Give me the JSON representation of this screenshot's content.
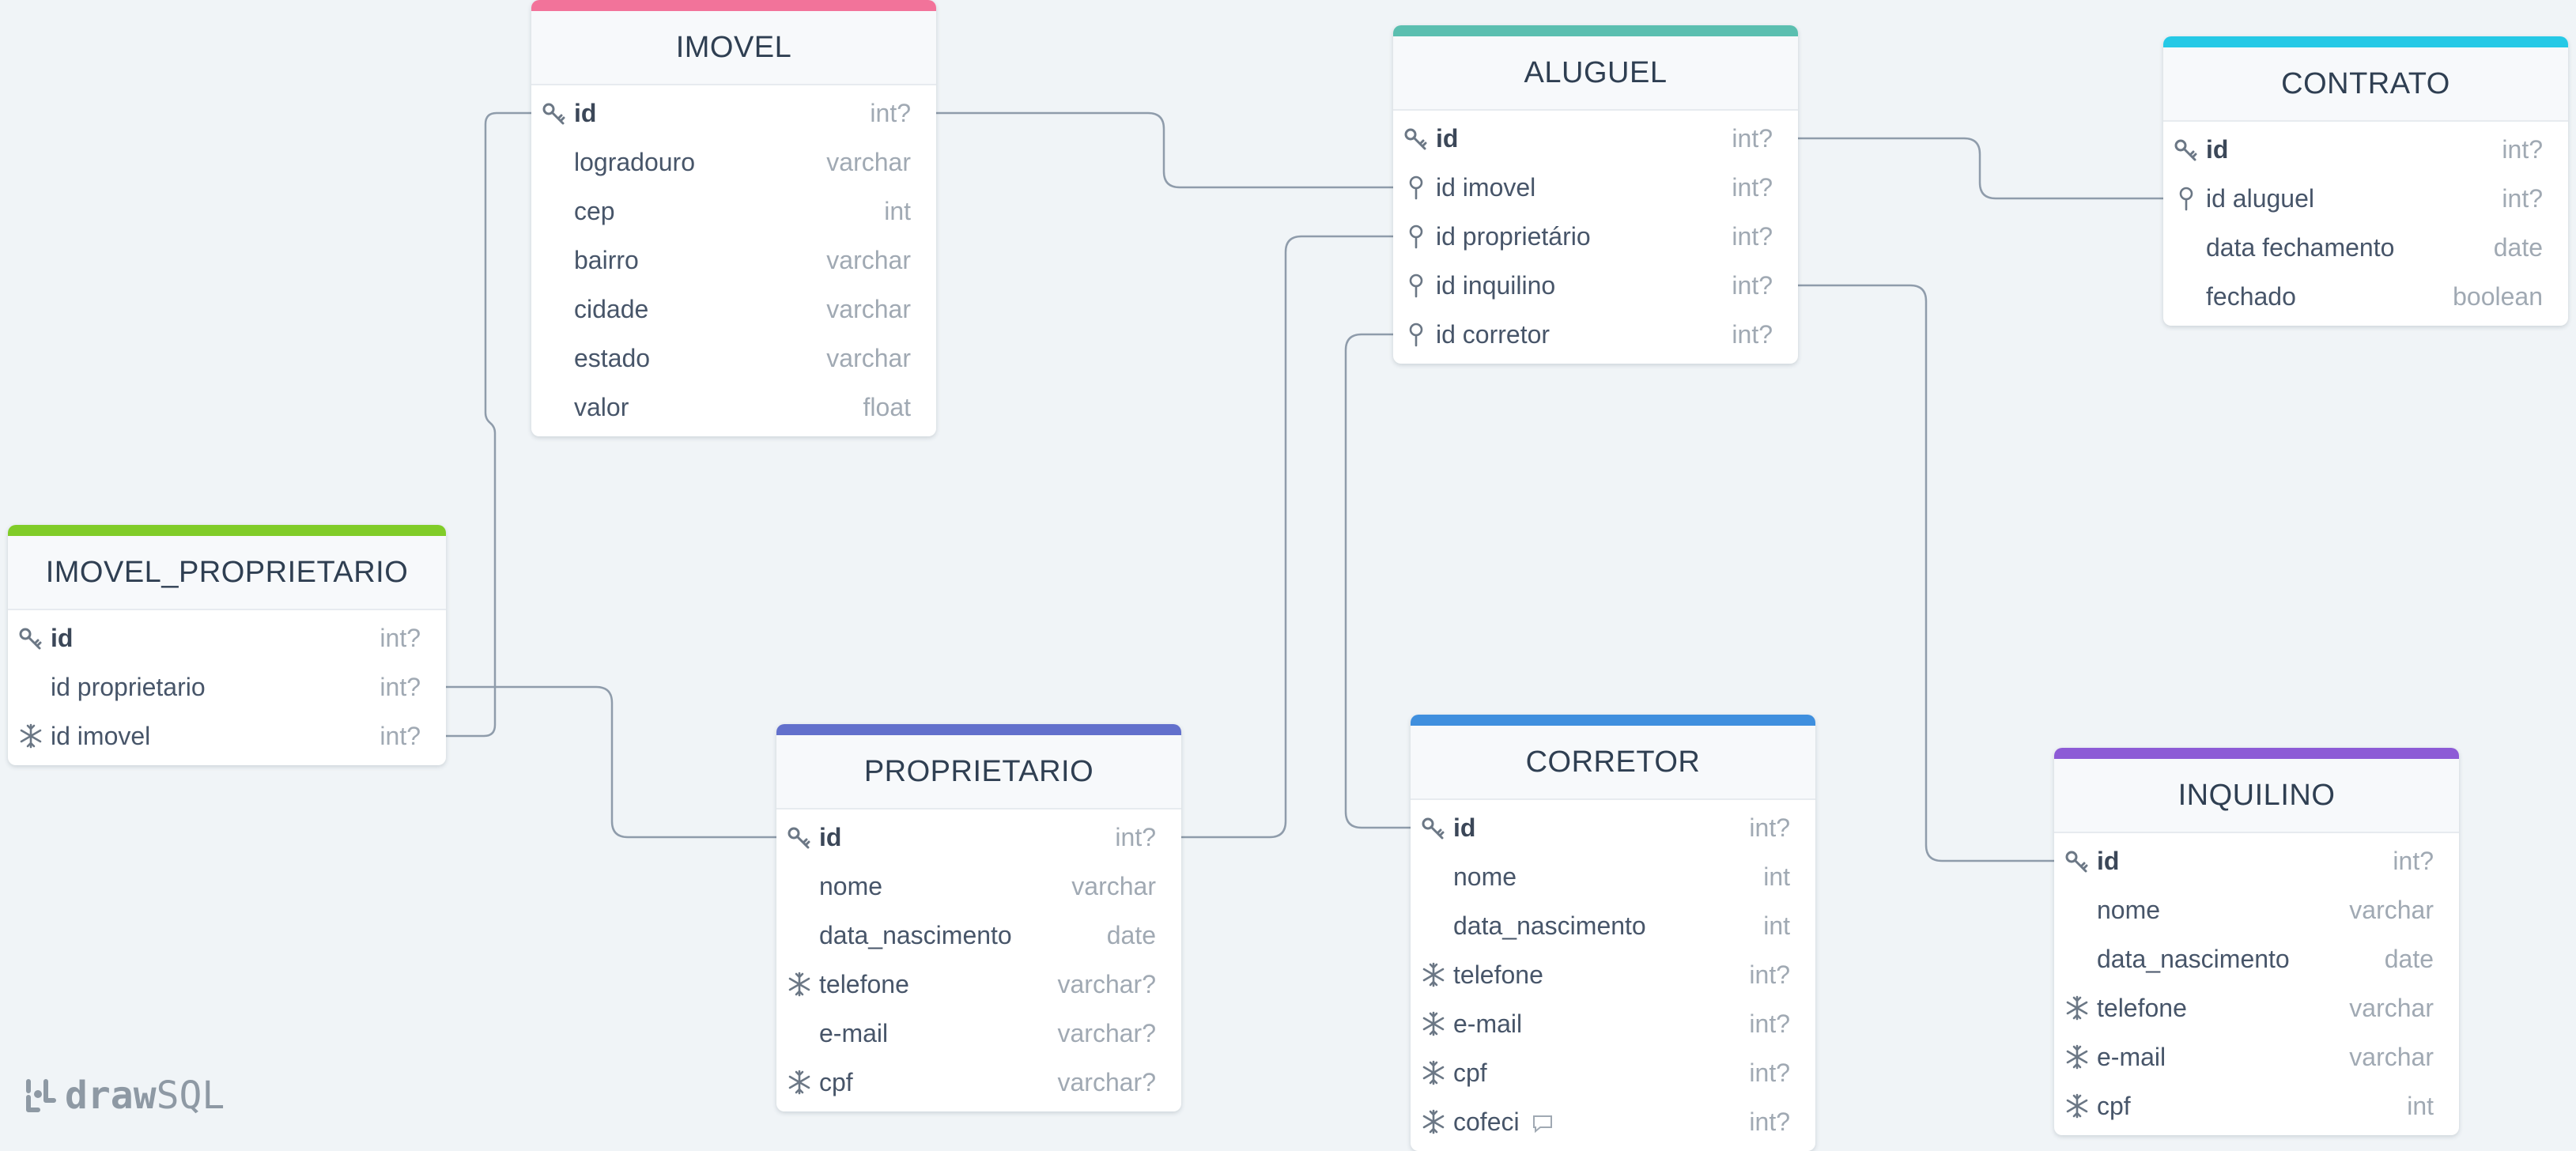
{
  "app": {
    "brand_bold": "draw",
    "brand_light": "SQL",
    "logo_icon": "drawsql-logo-icon"
  },
  "colors": {
    "background": "#f0f4f7",
    "connector": "#8f9cab",
    "imovel": "#f2739a",
    "aluguel": "#5bbfb0",
    "contrato": "#25c9e6",
    "imovel_proprietario": "#80cc28",
    "proprietario": "#6270cc",
    "corretor": "#3f8fde",
    "inquilino": "#8d5bd6"
  },
  "tables": [
    {
      "key": "imovel",
      "name": "IMOVEL",
      "color": "#f2739a",
      "fields": [
        {
          "name": "id",
          "type": "int?",
          "icon": "key-icon",
          "pk": true
        },
        {
          "name": "logradouro",
          "type": "varchar",
          "icon": ""
        },
        {
          "name": "cep",
          "type": "int",
          "icon": ""
        },
        {
          "name": "bairro",
          "type": "varchar",
          "icon": ""
        },
        {
          "name": "cidade",
          "type": "varchar",
          "icon": ""
        },
        {
          "name": "estado",
          "type": "varchar",
          "icon": ""
        },
        {
          "name": "valor",
          "type": "float",
          "icon": ""
        }
      ]
    },
    {
      "key": "aluguel",
      "name": "ALUGUEL",
      "color": "#5bbfb0",
      "fields": [
        {
          "name": "id",
          "type": "int?",
          "icon": "key-icon",
          "pk": true
        },
        {
          "name": "id imovel",
          "type": "int?",
          "icon": "foreign-key-icon"
        },
        {
          "name": "id proprietário",
          "type": "int?",
          "icon": "foreign-key-icon"
        },
        {
          "name": "id inquilino",
          "type": "int?",
          "icon": "foreign-key-icon"
        },
        {
          "name": "id corretor",
          "type": "int?",
          "icon": "foreign-key-icon"
        }
      ]
    },
    {
      "key": "contrato",
      "name": "CONTRATO",
      "color": "#25c9e6",
      "fields": [
        {
          "name": "id",
          "type": "int?",
          "icon": "key-icon",
          "pk": true
        },
        {
          "name": "id aluguel",
          "type": "int?",
          "icon": "foreign-key-icon"
        },
        {
          "name": "data fechamento",
          "type": "date",
          "icon": ""
        },
        {
          "name": "fechado",
          "type": "boolean",
          "icon": ""
        }
      ]
    },
    {
      "key": "imovel_proprietario",
      "name": "IMOVEL_PROPRIETARIO",
      "color": "#80cc28",
      "fields": [
        {
          "name": "id",
          "type": "int?",
          "icon": "key-icon",
          "pk": true
        },
        {
          "name": "id proprietario",
          "type": "int?",
          "icon": ""
        },
        {
          "name": "id imovel",
          "type": "int?",
          "icon": "unique-index-icon"
        }
      ]
    },
    {
      "key": "proprietario",
      "name": "PROPRIETARIO",
      "color": "#6270cc",
      "fields": [
        {
          "name": "id",
          "type": "int?",
          "icon": "key-icon",
          "pk": true
        },
        {
          "name": "nome",
          "type": "varchar",
          "icon": ""
        },
        {
          "name": "data_nascimento",
          "type": "date",
          "icon": ""
        },
        {
          "name": "telefone",
          "type": "varchar?",
          "icon": "unique-index-icon"
        },
        {
          "name": "e-mail",
          "type": "varchar?",
          "icon": ""
        },
        {
          "name": "cpf",
          "type": "varchar?",
          "icon": "unique-index-icon"
        }
      ]
    },
    {
      "key": "corretor",
      "name": "CORRETOR",
      "color": "#3f8fde",
      "fields": [
        {
          "name": "id",
          "type": "int?",
          "icon": "key-icon",
          "pk": true
        },
        {
          "name": "nome",
          "type": "int",
          "icon": ""
        },
        {
          "name": "data_nascimento",
          "type": "int",
          "icon": ""
        },
        {
          "name": "telefone",
          "type": "int?",
          "icon": "unique-index-icon"
        },
        {
          "name": "e-mail",
          "type": "int?",
          "icon": "unique-index-icon"
        },
        {
          "name": "cpf",
          "type": "int?",
          "icon": "unique-index-icon"
        },
        {
          "name": "cofeci",
          "type": "int?",
          "icon": "unique-index-icon",
          "comment": true
        }
      ]
    },
    {
      "key": "inquilino",
      "name": "INQUILINO",
      "color": "#8d5bd6",
      "fields": [
        {
          "name": "id",
          "type": "int?",
          "icon": "key-icon",
          "pk": true
        },
        {
          "name": "nome",
          "type": "varchar",
          "icon": ""
        },
        {
          "name": "data_nascimento",
          "type": "date",
          "icon": ""
        },
        {
          "name": "telefone",
          "type": "varchar",
          "icon": "unique-index-icon"
        },
        {
          "name": "e-mail",
          "type": "varchar",
          "icon": "unique-index-icon"
        },
        {
          "name": "cpf",
          "type": "int",
          "icon": "unique-index-icon"
        }
      ]
    }
  ],
  "relations": [
    {
      "from": "imovel.id",
      "to": "aluguel.id imovel"
    },
    {
      "from": "aluguel.id",
      "to": "contrato.id aluguel"
    },
    {
      "from": "imovel.id",
      "to": "imovel_proprietario.id imovel"
    },
    {
      "from": "imovel_proprietario.id proprietario",
      "to": "proprietario.id"
    },
    {
      "from": "proprietario.id",
      "to": "aluguel.id proprietário"
    },
    {
      "from": "aluguel.id inquilino",
      "to": "inquilino.id"
    },
    {
      "from": "aluguel.id corretor",
      "to": "corretor.id"
    }
  ]
}
